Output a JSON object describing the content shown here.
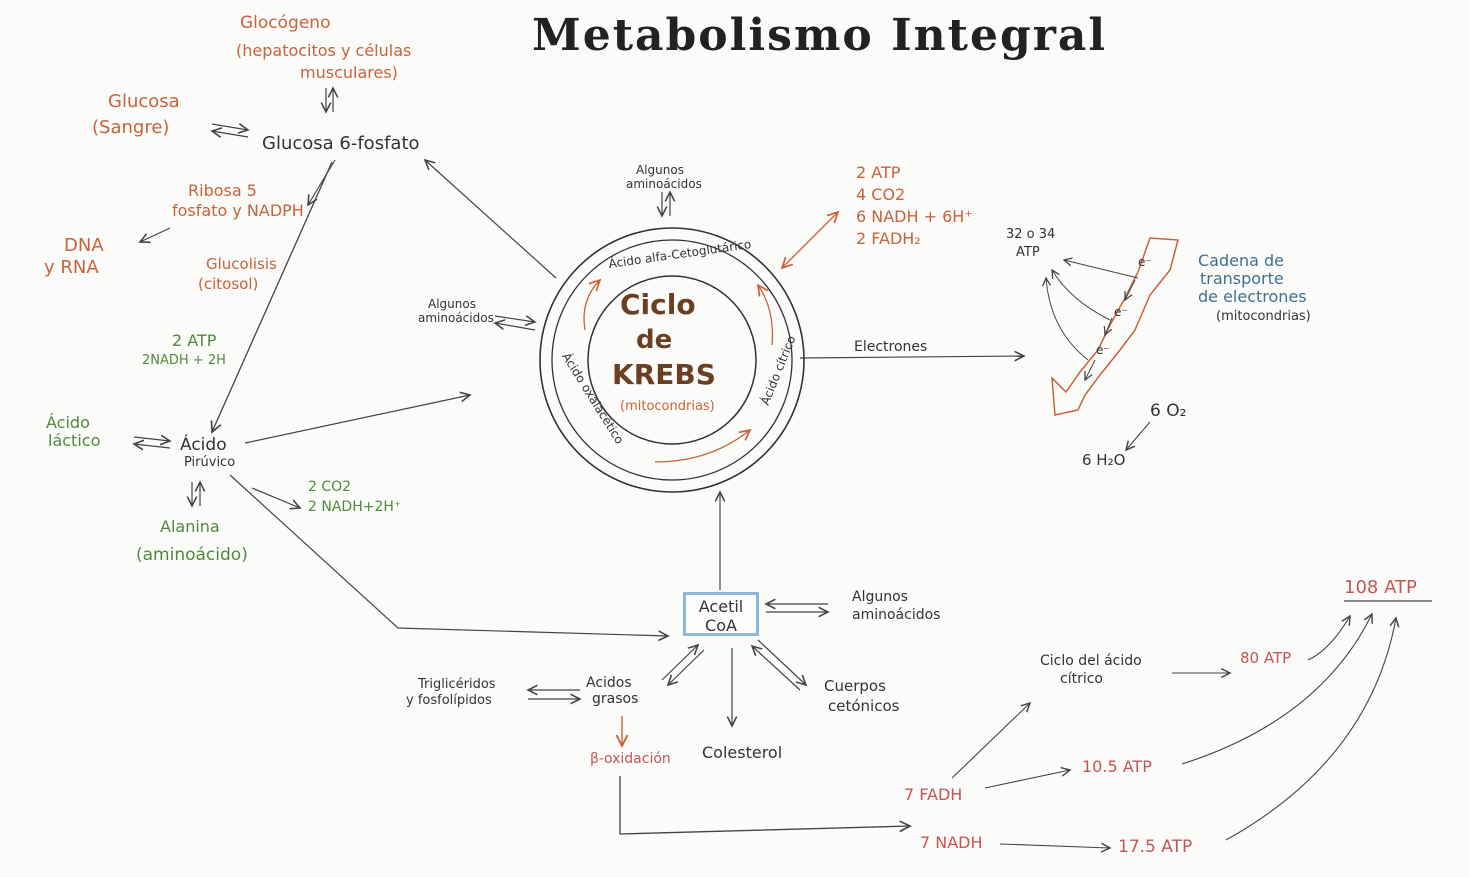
{
  "title": "Metabolismo Integral",
  "nodes": {
    "glucogeno": "Glocógeno",
    "glucogeno_sub1": "(hepatocitos y células",
    "glucogeno_sub2": "musculares)",
    "glucosa_sangre": "Glucosa",
    "glucosa_sangre_sub": "(Sangre)",
    "glucosa6": "Glucosa 6-fosfato",
    "ribosa1": "Ribosa 5",
    "ribosa2": "fosfato y NADPH",
    "dna": "DNA",
    "rna": "y RNA",
    "glucolisis": "Glucolisis",
    "glucolisis_sub": "(citosol)",
    "atp2": "2 ATP",
    "nadh2": "2NADH + 2H",
    "lactico1": "Ácido",
    "lactico2": "láctico",
    "piruvico1": "Ácido",
    "piruvico2": "Pirúvico",
    "co2_1": "2 CO2",
    "co2_2": "2 NADH+2H⁺",
    "alanina": "Alanina",
    "alanina_sub": "(aminoácido)",
    "aa_top1": "Algunos",
    "aa_top2": "aminoácidos",
    "aa_left1": "Algunos",
    "aa_left2": "aminoácidos",
    "krebs1": "Ciclo",
    "krebs2": "de",
    "krebs3": "KREBS",
    "krebs_sub": "(mitocondrias)",
    "ring_top": "Ácido alfa-Cetoglutárico",
    "ring_left": "Ácido oxalacético",
    "ring_right": "Ácido cítrico",
    "prod1": "2 ATP",
    "prod2": "4 CO2",
    "prod3": "6 NADH + 6H⁺",
    "prod4": "2 FADH₂",
    "electrones": "Electrones",
    "atp3234": "32 o 34",
    "atp_lbl": "ATP",
    "cadena1": "Cadena de",
    "cadena2": "transporte",
    "cadena3": "de electrones",
    "cadena_sub": "(mitocondrias)",
    "e": "e⁻",
    "o2": "6 O₂",
    "h2o": "6 H₂O",
    "acetil1": "Acetil",
    "acetil2": "CoA",
    "aa_right1": "Algunos",
    "aa_right2": "aminoácidos",
    "trigli1": "Triglicéridos",
    "trigli2": "y fosfolípidos",
    "acidos1": "Acidos",
    "acidos2": "grasos",
    "cuerpos1": "Cuerpos",
    "cuerpos2": "cetónicos",
    "colesterol": "Colesterol",
    "boxidacion": "β-oxidación",
    "ciclo_citrico1": "Ciclo del ácido",
    "ciclo_citrico2": "cítrico",
    "atp80": "80 ATP",
    "atp108": "108 ATP",
    "fadh": "7 FADH",
    "nadh": "7 NADH",
    "atp105": "10.5 ATP",
    "atp175": "17.5 ATP"
  },
  "colors": {
    "ink": "#333333",
    "orange": "#c8623a",
    "green": "#4f8a3c",
    "blue": "#3f6f94",
    "red": "#c45555",
    "brown": "#6b3f22",
    "acetil_border": "#8fb8d8"
  }
}
